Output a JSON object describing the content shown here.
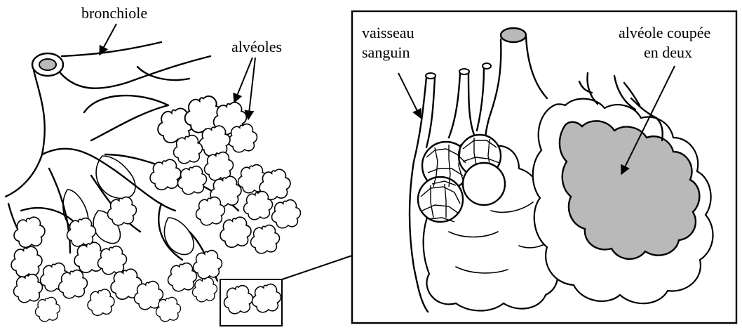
{
  "labels": {
    "bronchiole": "bronchiole",
    "alveoles": "alvéoles",
    "vessel_line1": "vaisseau",
    "vessel_line2": "sanguin",
    "cut_line1": "alvéole coupée",
    "cut_line2": "en deux"
  },
  "colors": {
    "stroke": "#000000",
    "cut_alveolus_fill": "#b9b9b9",
    "background": "#ffffff"
  }
}
